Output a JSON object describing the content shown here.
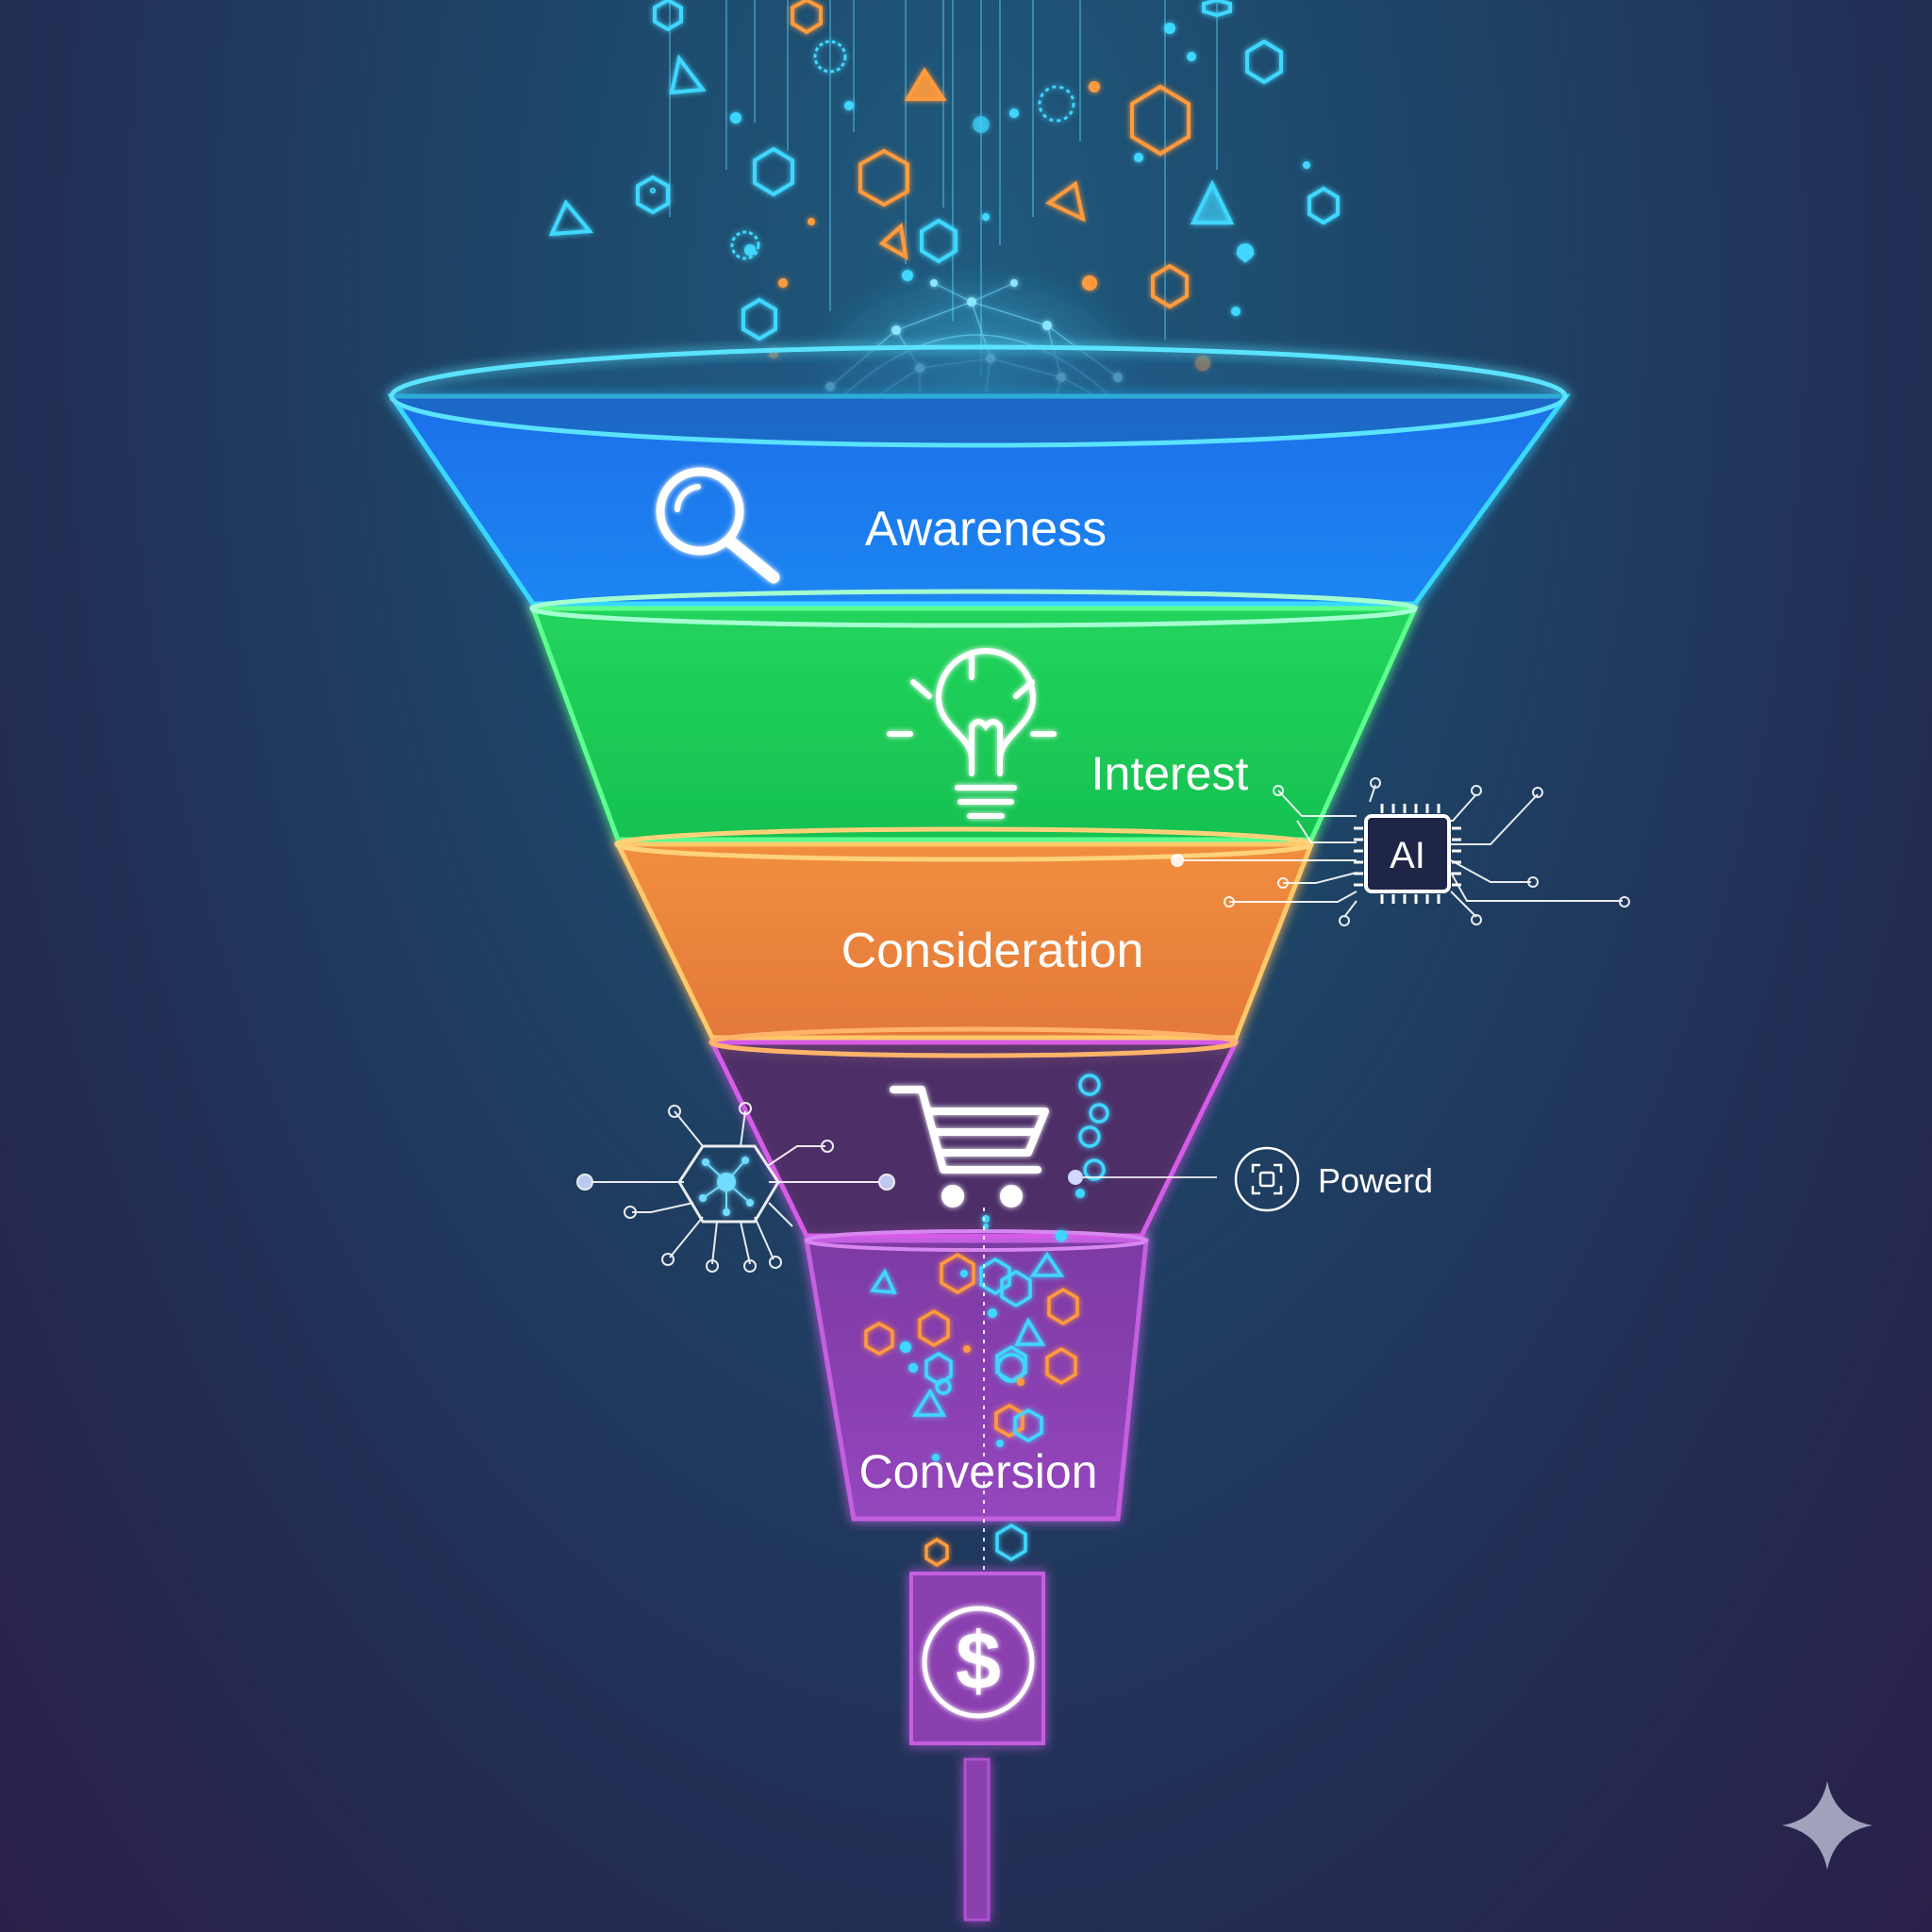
{
  "stages": [
    {
      "name": "awareness",
      "label": "Awareness",
      "color": "#1f7ff0",
      "edge": "#39d8ff",
      "icon": "magnifying-glass-icon"
    },
    {
      "name": "interest",
      "label": "Interest",
      "color": "#1fcf5a",
      "edge": "#5dff8e",
      "icon": "lightbulb-icon"
    },
    {
      "name": "consideration",
      "label": "Consideration",
      "color": "#ec8a3c",
      "edge": "#ffd27a",
      "icon": ""
    },
    {
      "name": "cart",
      "label": "",
      "color": "#4e2f66",
      "edge": "#d65ce8",
      "icon": "shopping-cart-icon"
    },
    {
      "name": "conversion",
      "label": "Conversion",
      "color": "#8b3fb0",
      "edge": "#c35ee0",
      "icon": ""
    }
  ],
  "ai_chip": {
    "label": "AI",
    "icon": "ai-chip-icon"
  },
  "powered_badge": {
    "label": "Powerd",
    "icon": "scan-frame-icon"
  },
  "network_node": {
    "icon": "network-hub-icon"
  },
  "output": {
    "symbol": "$",
    "icon": "dollar-coin-icon"
  },
  "watermark": {
    "icon": "sparkle-icon"
  },
  "colors": {
    "cyan": "#3fd7ff",
    "orange": "#ff9a3c",
    "background_top": "#1f5a7e",
    "background_bottom": "#2a1f4a"
  }
}
